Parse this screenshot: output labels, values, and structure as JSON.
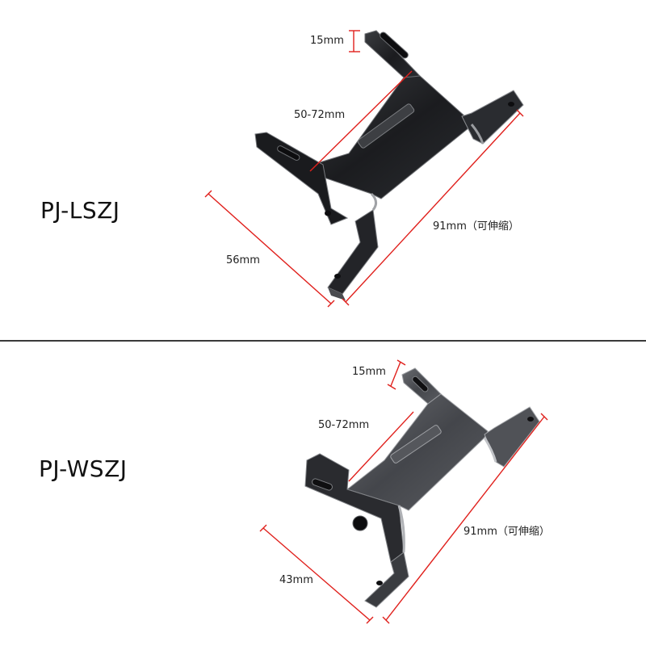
{
  "products": [
    {
      "model": "PJ-LSZJ",
      "dimensions": {
        "slot_width": "15mm",
        "span": "50-72mm",
        "length": "91mm（可伸缩）",
        "foot_width": "56mm"
      }
    },
    {
      "model": "PJ-WSZJ",
      "dimensions": {
        "slot_width": "15mm",
        "span": "50-72mm",
        "length": "91mm（可伸缩）",
        "foot_width": "43mm"
      }
    }
  ],
  "colors": {
    "dimension_line": "#e0201c",
    "bracket_dark": "#1e1f22",
    "bracket_light": "#5c5e63",
    "divider": "#3a3a3a"
  }
}
